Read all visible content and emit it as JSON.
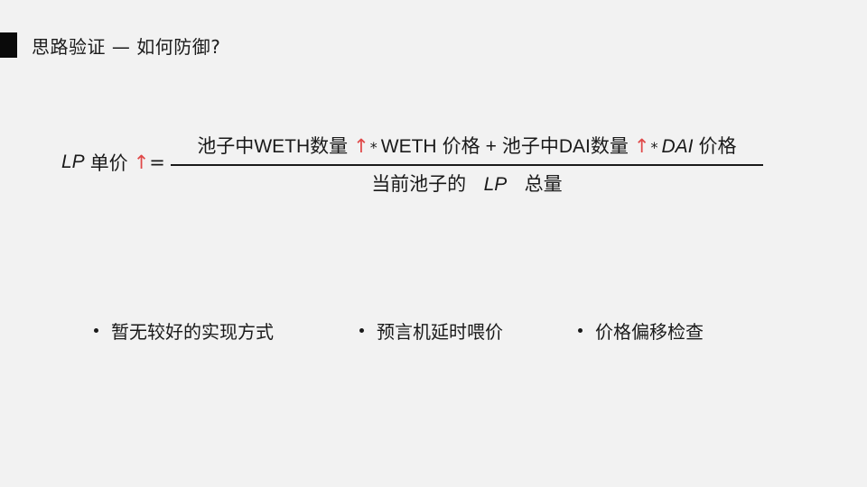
{
  "slide": {
    "title": "思路验证 — 如何防御?",
    "title_block_color": "#0a0a0a",
    "background_color": "#f2f2f2"
  },
  "formula": {
    "lhs_lp": "LP",
    "lhs_label": "单价",
    "up_arrow": "↑",
    "arrow_color": "#e04848",
    "equals": "=",
    "numerator": {
      "part1_cn": "池子中",
      "part1_token": "WETH",
      "part1_qty": "数量",
      "star": "*",
      "part1_price_token": "WETH",
      "part1_price": "价格",
      "plus": "+",
      "part2_cn": "池子中",
      "part2_token": "DAI",
      "part2_qty": "数量",
      "part2_price_token": "DAI",
      "part2_price": "价格"
    },
    "denominator": {
      "prefix": "当前池子的",
      "lp": "LP",
      "suffix": "总量"
    }
  },
  "bullets": [
    {
      "label": "暂无较好的实现方式"
    },
    {
      "label": "预言机延时喂价"
    },
    {
      "label": "价格偏移检查"
    }
  ]
}
